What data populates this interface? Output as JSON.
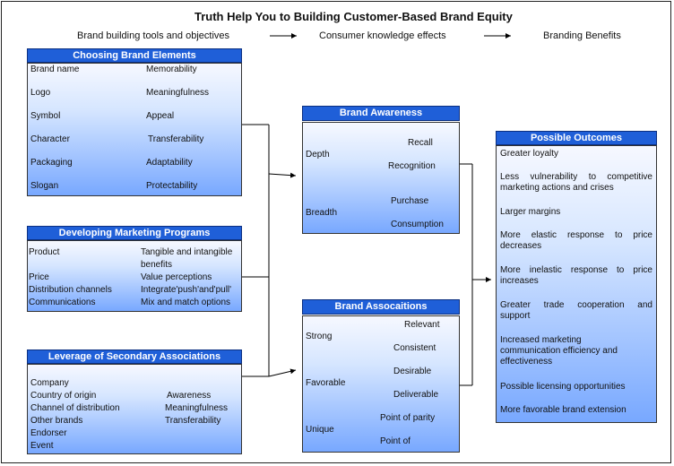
{
  "title": "Truth Help You to Building Customer-Based Brand Equity",
  "subtitle": {
    "tools": "Brand building tools and objectives",
    "effects": "Consumer knowledge effects",
    "benefits": "Branding Benefits"
  },
  "choosing": {
    "header": "Choosing Brand Elements",
    "left": [
      "Brand  name",
      "Logo",
      "Symbol",
      "Character",
      "Packaging",
      "Slogan"
    ],
    "right": [
      "Memorability",
      "Meaningfulness",
      "Appeal",
      "Transferability",
      "Adaptability",
      "Protectability"
    ]
  },
  "programs": {
    "header": "Developing Marketing Programs",
    "rows": [
      {
        "left": "Product",
        "right": "Tangible and intangible"
      },
      {
        "left": "",
        "right": "benefits"
      },
      {
        "left": "Price",
        "right": "Value perceptions"
      },
      {
        "left": "Distribution channels",
        "right": "Integrate'push'and'pull'"
      },
      {
        "left": "Communications",
        "right": "Mix and match options"
      }
    ]
  },
  "secondary": {
    "header": "Leverage of Secondary Associations",
    "left": [
      "Company",
      "Country of origin",
      "Channel of distribution",
      "Other brands",
      "Endorser",
      "Event"
    ],
    "right": [
      "Awareness",
      "Meaningfulness",
      "Transferability"
    ]
  },
  "awareness": {
    "header": "Brand Awareness",
    "depth": "Depth",
    "depth_items": [
      "Recall",
      "Recognition"
    ],
    "breadth": "Breadth",
    "breadth_items": [
      "Purchase",
      "Consumption"
    ]
  },
  "associations": {
    "header": "Brand Assocaitions",
    "strong": "Strong",
    "strong_items": [
      "Relevant",
      "Consistent"
    ],
    "favorable": "Favorable",
    "favorable_items": [
      "Desirable",
      "Deliverable"
    ],
    "unique": "Unique",
    "unique_items": [
      "Point  of  parity",
      "Point  of"
    ]
  },
  "outcomes": {
    "header": "Possible Outcomes",
    "items": [
      "Greater  loyalty",
      "Less  vulnerability  to  competitive  marketing actions  and  crises",
      "Larger margins",
      "More  elastic  response  to  price  decreases",
      "More  inelastic  response  to  price  increases",
      "Greater  trade  cooperation  and  support",
      "Increased  marketing  communication efficiency  and  effectiveness",
      "Possible  licensing  opportunities",
      "More  favorable  brand  extension"
    ]
  }
}
